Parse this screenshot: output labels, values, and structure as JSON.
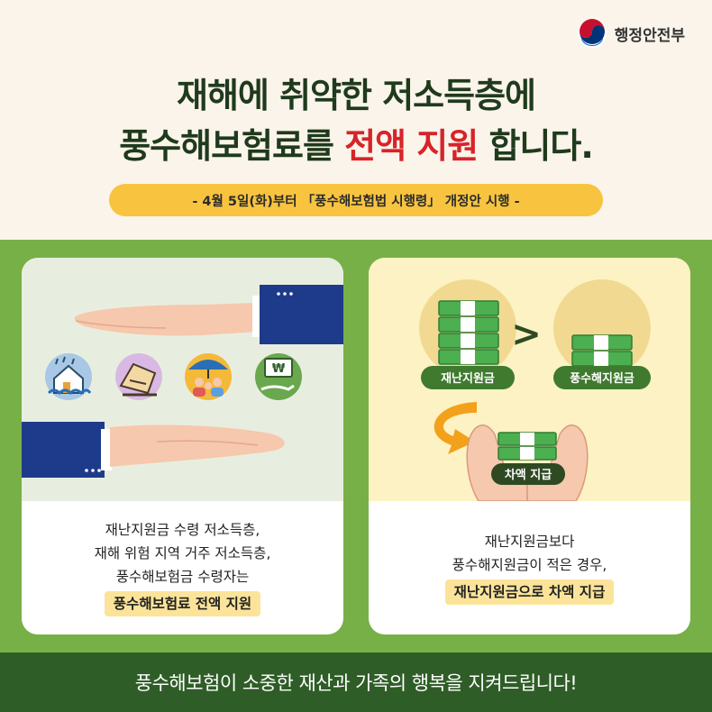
{
  "header": {
    "ministry": "행정안전부",
    "headline_line1": "재해에 취약한 저소득층에",
    "headline_line2_pre": "풍수해보험료를 ",
    "headline_line2_red": "전액 지원",
    "headline_line2_post": " 합니다.",
    "subtitle": "- 4월 5일(화)부터 「풍수해보험법 시행령」 개정안 시행 -"
  },
  "left_card": {
    "line1": "재난지원금 수령 저소득층,",
    "line2": "재해 위험 지역 거주 저소득층,",
    "line3": "풍수해보험금 수령자는",
    "highlight": "풍수해보험료 전액 지원",
    "icons": [
      "flood-house-icon",
      "collapsed-house-icon",
      "family-umbrella-icon",
      "money-hand-icon"
    ],
    "money_symbol": "₩"
  },
  "right_card": {
    "label_left": "재난지원금",
    "label_right": "풍수해지원금",
    "compare_symbol": ">",
    "difference_label": "차액 지급",
    "line1": "재난지원금보다",
    "line2": "풍수해지원금이 적은 경우,",
    "highlight": "재난지원금으로 차액 지급"
  },
  "footer": {
    "slogan": "풍수해보험이 소중한 재산과 가족의 행복을 지켜드립니다!"
  },
  "colors": {
    "accent_red": "#d8232a",
    "pill_yellow": "#f8c440",
    "green_bg": "#78b048",
    "footer_green": "#2f5d27"
  }
}
